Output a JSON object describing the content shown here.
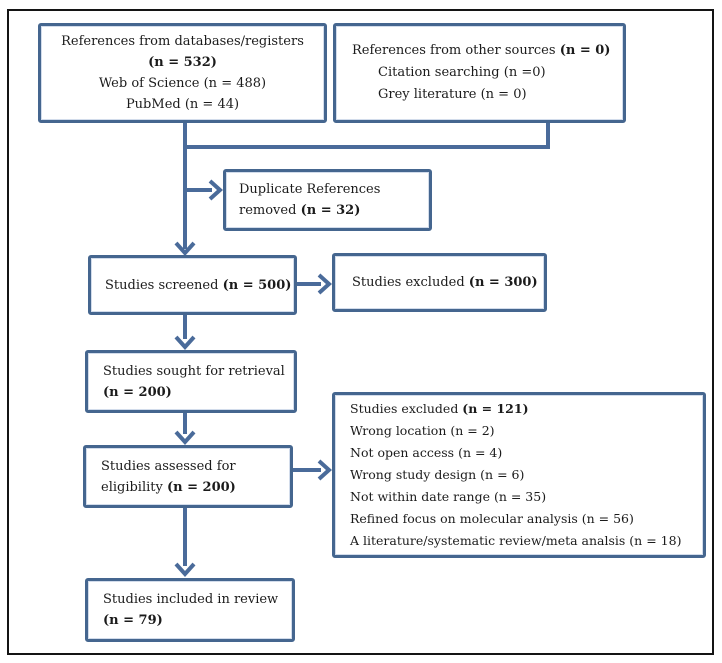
{
  "diagram": {
    "title": "study-selection-flow",
    "accent_line_color": "#4a6b9a",
    "box_border_color": "#45668f",
    "frame_color": "#141414",
    "text_color": "#1b1b1b"
  },
  "boxes": {
    "databases": {
      "lines": [
        {
          "pre": "References from databases/registers",
          "bold": ""
        },
        {
          "pre": "",
          "bold": "(n = 532)"
        },
        {
          "pre": "Web of Science (n = 488)",
          "bold": ""
        },
        {
          "pre": "PubMed (n = 44)",
          "bold": ""
        }
      ]
    },
    "other_sources": {
      "lines": [
        {
          "pre": "References from other sources ",
          "bold": "(n = 0)"
        },
        {
          "pre": "Citation searching (n =0)",
          "bold": ""
        },
        {
          "pre": "Grey literature (n = 0)",
          "bold": ""
        }
      ]
    },
    "duplicates": {
      "lines": [
        {
          "pre": "Duplicate References",
          "bold": ""
        },
        {
          "pre": "removed ",
          "bold": "(n = 32)"
        }
      ]
    },
    "screened": {
      "lines": [
        {
          "pre": "Studies screened ",
          "bold": "(n = 500)"
        }
      ]
    },
    "excluded_screening": {
      "lines": [
        {
          "pre": "Studies excluded ",
          "bold": "(n = 300)"
        }
      ]
    },
    "sought": {
      "lines": [
        {
          "pre": "Studies sought for retrieval",
          "bold": ""
        },
        {
          "pre": "",
          "bold": "(n = 200)"
        }
      ]
    },
    "assessed": {
      "lines": [
        {
          "pre": "Studies assessed for",
          "bold": ""
        },
        {
          "pre": "eligibility ",
          "bold": "(n = 200)"
        }
      ]
    },
    "excluded_eligibility": {
      "lines": [
        {
          "pre": "Studies excluded ",
          "bold": "(n = 121)"
        },
        {
          "pre": "Wrong location (n = 2)",
          "bold": ""
        },
        {
          "pre": "Not open access (n = 4)",
          "bold": ""
        },
        {
          "pre": "Wrong study design (n = 6)",
          "bold": ""
        },
        {
          "pre": "Not within date range (n = 35)",
          "bold": ""
        },
        {
          "pre": "Refined focus on molecular analysis (n = 56)",
          "bold": ""
        },
        {
          "pre": "A literature/systematic review/meta analsis (n = 18)",
          "bold": ""
        }
      ]
    },
    "included": {
      "lines": [
        {
          "pre": "Studies included in review",
          "bold": ""
        },
        {
          "pre": "",
          "bold": "(n = 79)"
        }
      ]
    }
  }
}
